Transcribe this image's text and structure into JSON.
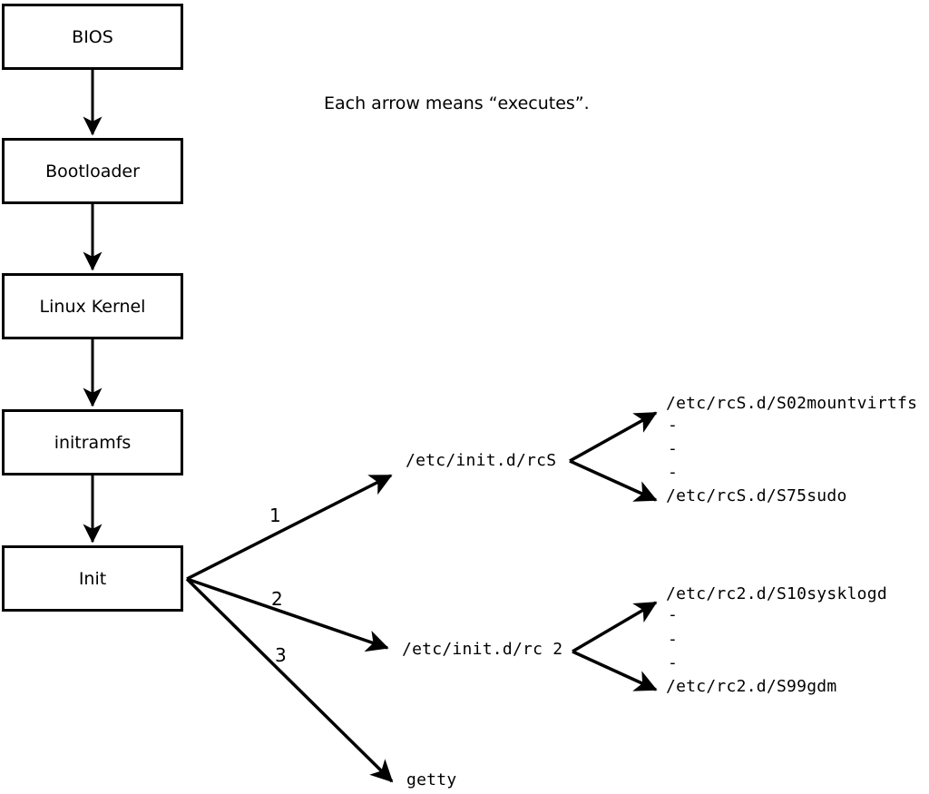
{
  "note": {
    "text": "Each arrow means “executes”."
  },
  "chain": {
    "boxes": [
      {
        "label": "BIOS"
      },
      {
        "label": "Bootloader"
      },
      {
        "label": "Linux Kernel"
      },
      {
        "label": "initramfs"
      },
      {
        "label": "Init"
      }
    ]
  },
  "branches": [
    {
      "num": "1",
      "label": "/etc/init.d/rcS"
    },
    {
      "num": "2",
      "label": "/etc/init.d/rc 2"
    },
    {
      "num": "3",
      "label": "getty"
    }
  ],
  "rcS_dir": {
    "first": "/etc/rcS.d/S02mountvirtfs",
    "dots": [
      "-",
      "-",
      "-"
    ],
    "last": "/etc/rcS.d/S75sudo"
  },
  "rc2_dir": {
    "first": "/etc/rc2.d/S10sysklogd",
    "dots": [
      "-",
      "-",
      "-"
    ],
    "last": "/etc/rc2.d/S99gdm"
  },
  "colors": {
    "ink": "#000000",
    "background": "#ffffff"
  }
}
